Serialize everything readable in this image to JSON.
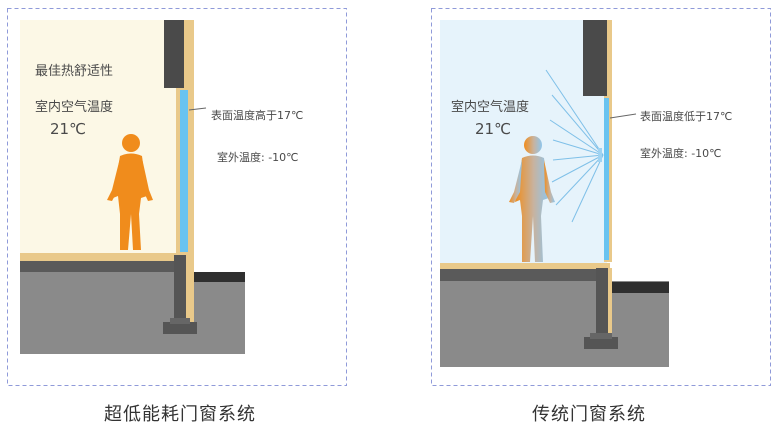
{
  "colors": {
    "frame_border": "#8f9ad9",
    "warm_room": "#fcf8e6",
    "cold_room": "#e6f3fb",
    "wall_dark": "#4a4a4a",
    "insulation": "#e9c98a",
    "glass": "#69c3f0",
    "ground": "#8a8a8a",
    "person_orange": "#f08c1c",
    "cold_ray": "#7fc0e8"
  },
  "left": {
    "heading": "最佳热舒适性",
    "room_label": "室内空气温度",
    "room_temp": "21℃",
    "surface_note": "表面温度高于17℃",
    "outdoor_label": "室外温度: -10℃",
    "caption": "超低能耗门窗系统"
  },
  "right": {
    "room_label": "室内空气温度",
    "room_temp": "21℃",
    "surface_note": "表面温度低于17℃",
    "outdoor_label": "室外温度: -10℃",
    "caption": "传统门窗系统"
  },
  "icons": {
    "left_person": "person-warm-icon",
    "right_person": "person-cold-gradient-icon"
  }
}
